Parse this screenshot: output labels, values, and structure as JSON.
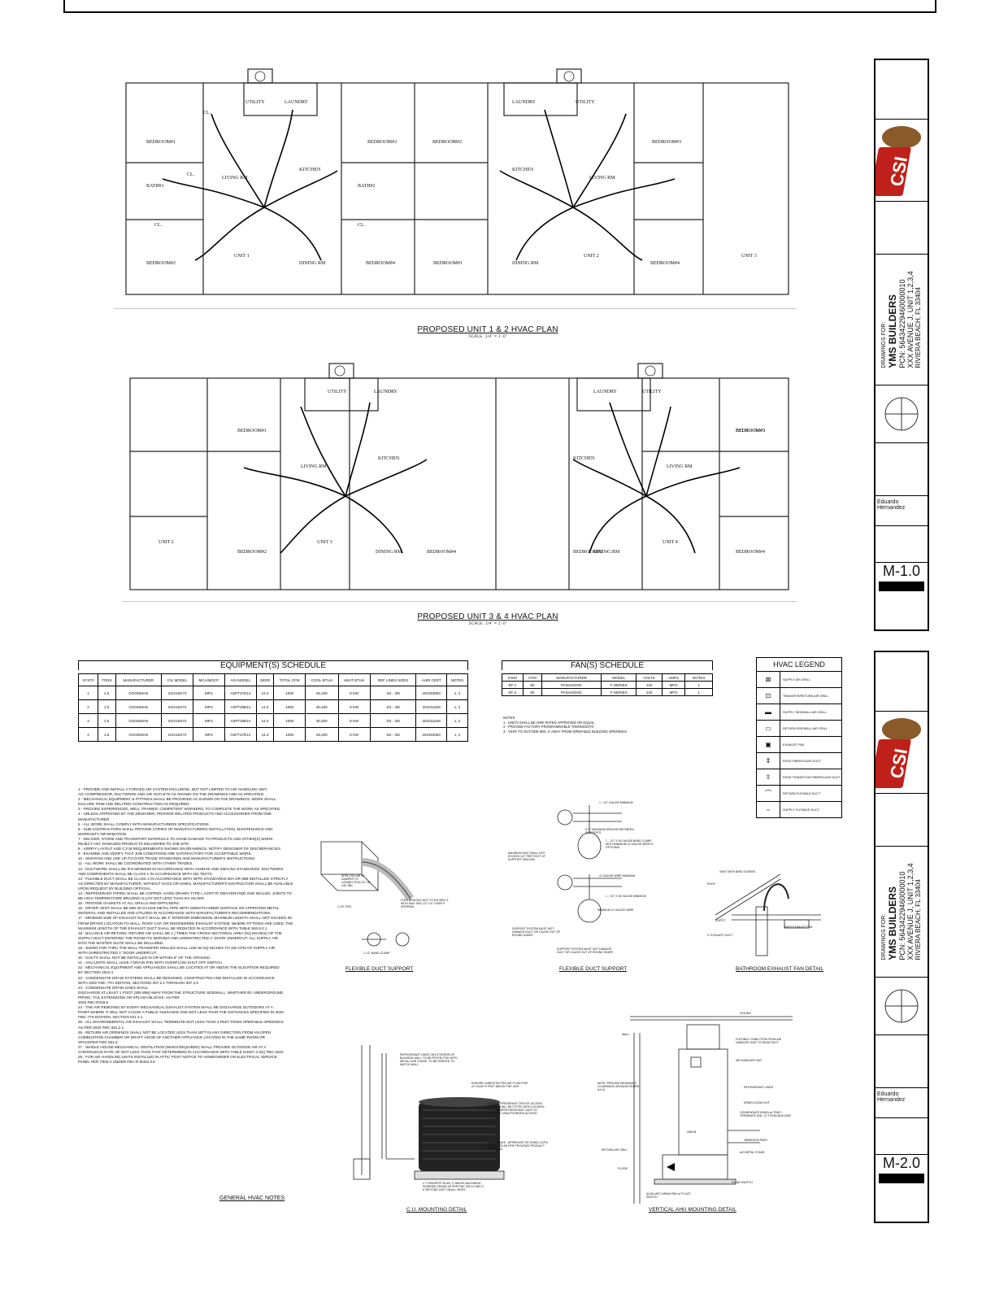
{
  "plans": [
    {
      "title": "PROPOSED UNIT 1 & 2 HVAC PLAN",
      "scale": "SCALE: 1/4\" = 1'-0\"",
      "rooms": [
        "BEDROOM#1",
        "UTILITY",
        "LAUNDRY",
        "BEDROOM#3",
        "CL.",
        "CL.",
        "KITCHEN",
        "LIVING RM",
        "BATH#1",
        "BATH#2",
        "CL.",
        "CL.",
        "BEDROOM#2",
        "UNIT 1",
        "DINING RM",
        "BEDROOM#4",
        "BEDROOM#1",
        "LAUNDRY",
        "UTILITY",
        "BEDROOM#3",
        "KITCHEN",
        "LIVING RM",
        "BEDROOM#2",
        "DINING RM",
        "UNIT 2",
        "BEDROOM#4",
        "UNIT 3"
      ]
    },
    {
      "title": "PROPOSED UNIT 3 & 4 HVAC PLAN",
      "scale": "SCALE: 1/4\" = 1'-0\"",
      "rooms": [
        "BEDROOM#1",
        "UTILITY",
        "LAUNDRY",
        "BEDROOM#3",
        "LIVING RM",
        "KITCHEN",
        "BEDROOM#2",
        "UNIT 3",
        "DINING RM",
        "BEDROOM#4",
        "UNIT 2",
        "LAUNDRY",
        "UTILITY",
        "BEDROOM#3",
        "KITCHEN",
        "LIVING RM",
        "BEDROOM#2",
        "DINING RM",
        "UNIT 4",
        "BEDROOM#4"
      ]
    }
  ],
  "titleblock": {
    "drawings_for": "DRAWINGS FOR:",
    "client": "YMS BUILDERS",
    "pcn": "PCN: 56434229460000010",
    "address": "XXX AVENUE J, UNIT 1,2,3,4",
    "city": "RIVIERA BEACH, FL 33404",
    "logo": "CSI",
    "signer": "Eduardo Hernandez",
    "sheets": [
      "M-1.0",
      "M-2.0"
    ]
  },
  "equipment_schedule": {
    "title": "EQUIPMENT(S) SCHEDULE",
    "headers": [
      "SYST#",
      "TONS",
      "MANUFACTURER",
      "C/U MODEL",
      "MCA/MOCP",
      "A/H MODEL",
      "SEER",
      "TOTAL CFM",
      "COOL BTUH",
      "HEAT BTUH",
      "REF LINES SIZES",
      "AHRI CERT",
      "NOTES"
    ],
    "rows": [
      [
        "1",
        "2.5",
        "GOODMAN",
        "GSX16S7X",
        "MFG",
        "ASPT37D14",
        "14.3",
        "1000",
        "28,200",
        "8 KW",
        "3/4 - 3/8",
        "201053083",
        "1, 2"
      ],
      [
        "2",
        "2.5",
        "GOODMAN",
        "GSX16S7X",
        "MFG",
        "ASPT30B14",
        "14.3",
        "1000",
        "30,400",
        "8 KW",
        "3/4 - 3/8",
        "201011629",
        "1, 2"
      ],
      [
        "3",
        "2.5",
        "GOODMAN",
        "GSX16S7X",
        "MFG",
        "ASPT30B14",
        "14.3",
        "1000",
        "30,400",
        "8 KW",
        "3/4 - 3/8",
        "201011629",
        "1, 2"
      ],
      [
        "4",
        "2.5",
        "GOODMAN",
        "GSX16S7X",
        "MFG",
        "ASPT37D14",
        "14.3",
        "1000",
        "28,200",
        "8 KW",
        "3/4 - 3/8",
        "201053083",
        "1, 2"
      ]
    ]
  },
  "fan_schedule": {
    "title": "FAN(S) SCHEDULE",
    "headers": [
      "FAN#",
      "CFM",
      "MANUFACTURER",
      "MODEL",
      "VOLTS",
      "AMPS",
      "NOTES"
    ],
    "rows": [
      [
        "EF-1",
        "80",
        "PANASONIC",
        "F-SERIES",
        "120",
        "MFG",
        "1"
      ],
      [
        "EF-2",
        "80",
        "PANASONIC",
        "F-SERIES",
        "120",
        "MFG",
        "1"
      ]
    ],
    "notes_title": "NOTES",
    "notes": [
      "1 - UNITS SHALL BE AHRI RATED APPROVED OR EQUAL",
      "2 - PROVIDE FACTORY PROGRAMMABLE THERMOSTAT",
      "3 - VENT TO OUTSIDE MIN. 3' AWAY FROM OPERABLE BUILDING OPENINGS"
    ]
  },
  "hvac_legend": {
    "title": "HVAC LEGEND",
    "items": [
      "SUPPLY AIR GRILL",
      "TRANSFER/RETURN AIR GRILL",
      "SUPPLY SIDEWALL AIR GRILL",
      "RETURN SIDEWALL AIR GRILL",
      "EXHAUST FAN",
      "RIGID FIBERGLASS DUCT",
      "RIGID TRANSITION FIBERGLASS DUCT",
      "RETURN FLEXIBLE DUCT",
      "SUPPLY FLEXIBLE DUCT"
    ]
  },
  "general_notes": {
    "title": "GENERAL HVAC NOTES",
    "lines": [
      "1 - PROVIDE AND INSTALL A FORCED AIR SYSTEM INCLUDING, BUT NOT LIMITED TO AIR HANDLING UNIT,",
      "A/C COMPRESSOR, DUCTWORK AND AIR OUTLETS AS SHOWN ON THE DRAWINGS AND AS SPECIFIED.",
      "2 - MECHANICAL EQUIPMENT & FITTINGS SHALL BE PROVIDED AS SHOWN ON THE DRAWINGS. WORK SHALL",
      "INCLUDE TRIM AND RELATED CONSTRUCTION AS REQUIRED.",
      "3 - PROVIDE EXPERIENCED, WELL TRAINED, COMPETENT WORKERS, TO COMPLETE THE WORK AS SPECIFIED.",
      "4 - UNLESS APPROVED BY THE DESIGNER, PROVIDE RELATED PRODUCTS AND ACCESSORIES FROM ONE",
      "MANUFACTURER.",
      "5 - ALL WORK SHALL COMPLY WITH MANUFACTURERS SPECIFICATIONS.",
      "6 - SUB-CONTRACTORS SHALL PROVIDE COPIES OF MANUFACTURERS INSTALLATION, MAINTENANCE AND",
      "WARRANTY INFORMATION.",
      "7 - DELIVER, STORE AND TRANSPORT MATERIALS TO AVOID DAMAGE TO PRODUCTS AND OTHER(S) WORK.",
      "REJECT ANY DAMAGED PRODUCTS DELIVERED TO JOB SITE.",
      "8 - VERIFY LAYOUT AND C.F.M REQUIREMENTS SHOWN ON DRAWINGS. NOTIFY DESIGNER OF DISCREPANCIES.",
      "9 - EXAMINE AND VERIFY THAT JOB CONDITIONS ARE SATISFACTORY FOR ACCEPTABLE WORK.",
      "10 - MAINTAIN AND USE UP-TO-DATE TRADE STANDARDS AND MANUFACTURER'S INSTRUCTIONS.",
      "11 - ALL WORK SHALL BE COORDINATED WITH OTHER TRADES.",
      "12 - DUCTWORK SHALL BE R-6 MINIMUM IN ACCORDANCE WITH ASHRAE AND SMACNA STANDARDS. DUCTWORK",
      "AND COMPONENTS SHALL BE CLASS 1 IN ACCORDANCE WITH 181 TESTS.",
      "13 - FLEXIBLE DUCT SHALL BE CLASS 1 IN ACCORDANCE WITH NFPA STANDARDS 90A OR 90B INSTALLED STRICTLY",
      "AS DIRECTED BY MANUFACTURER, WITHOUT SAGS OR KINKS. MANUFACTURER'S INSTRUCTION SHALL BE AVAILABLE",
      "UPON REQUEST BY BUILDING OFFICIAL.",
      "14 - REFRIGERANT PIPING SHALL BE COPPER, HARD DRAWN TYPE L ACRTYP, DEHYDRATED AND SEALED. JOINTS TO",
      "BE HIGH TEMPERATURE BRAZING ALLOY NOT LESS THAN 5% SILVER.",
      "15 - PROVIDE GASKETS AT ALL GRILLS AND DIFFUSERS.",
      "16 - DRYER VENT SHALL BE MIN 26 GAUGE METAL PIPE WITH SMOOTH INNER SURFACE OR APPROVED METAL",
      "MATERIAL AND INSTALLED AND UTILIZED IN ACCORDANCE WITH MANUFACTURER'S RECOMMENDATIONS.",
      "17 - MINIMUM SIZE OF EXHAUST DUCT SHALL BE 4\" INTERIOR DIMENSION. MAXIMUM LENGTH SHALL NOT EXCEED 35'",
      "FROM DRYER LOCATION TO WALL, ROOF CAP, OR ENGINEERED EXHAUST SYSTEM. WHERE FITTINGS ARE USED, THE",
      "MAXIMUM LENGTH OF THE EXHAUST DUCT SHALL BE REDUCED IN ACCORDANCE WITH TABLE 504.8.4.1",
      "18 - BALANCE AIR RETURN. RETURN AIR SHALL BE 1 ] TIMES THE CROSS SECTIONAL AREA (SQ INCHES) OF THE",
      "SUPPLY DUCT ENTERING THE ROOM ITS SERVING AND UNRESTRICTED 1\" DOOR UNDERCUT. ALL SUPPLY AIR",
      "INTO THE MASTER SUITE SHALL BE INCLUDED.",
      "19 - SIZING FOR THRU THE WALL TRANSFER GRILLES SHALL USE 50 SQ INCHES TO 100 CFM OF SUPPLY AIR",
      "WITH UNRESTRICTED 1\" DOOR UNDERCUT.",
      "20 - DUCTS SHALL NOT BE INSTALLED IN OR WITHIN 6\" OF THE GROUND.",
      "21 - AHU UNITS SHALL HAVE A DRAIN PAN WITH OVERFLOW SHUT OFF SWITCH.",
      "22 - MECHANICAL EQUIPMENT AND APPLIANCES SHALL BE LOCATED AT OR ABOVE THE ELEVATION REQUIRED",
      "BY SECTION 1612.4",
      "23 - CONDENSATE DRAIN SYSTEMS SHALL BE DESIGNED, CONSTRUCTED AND INSTALLED IN ACCORDANCE",
      "WITH 2020 FMC 7TH EDITION, SECTIONS 307.2.1 THROUGH 307.2.5",
      "24 - CONDENSATE DRAIN LINES SHALL",
      "DISCHARGE AT LEAST 1 FOOT (305 MM) AWAY FROM THE STRUCTURE SIDEWALL, WHETHER BY UNDERGROUND",
      "PIPING, TAIL EXTENSIONS OR SPLASH BLOCKS. AS PER",
      "2020 FBC-R318.5",
      "24 - THE AIR REMOVED BY EVERY MECHANICAL EXHAUST SYSTEM SHALL BE DISCHARGE OUTDOORS AT A",
      "POINT WHERE IT WILL NOT CAUSE A PUBLIC NUISANCE AND NOT LESS THAN THE DISTANCES SPECIFIED IN 2020",
      "FMC 7TH EDITION, SECTION 501.3.1",
      "25 - ALL ENVIRONMENTAL AIR EXHAUST SHALL TERMINATE NOT LESS THAN 3 FEET FROM OPERABLE OPENINGS",
      "AS PER 2020 FMC 501.2.1",
      "26 - RETURN AIR OPENINGS SHALL NOT BE LOCATED LESS THAN 10FT IN ANY DIRECTION FROM AN OPEN",
      "COMBUSTION CHAMBER OR DRAFT HOOD OF ANOTHER APPLIANCE LOCATED IN THE SAME ROOM OR",
      "SPACEPER FMC 601.5",
      "27 - WHOLE HOUSE MECHANICAL VENTILATION (WHEN REQUIRED) SHALL PROVIDE OUTDOOR AIR AT A",
      "CONTINUOUS RATE OF NOT LESS THAN THAT DETERMINED IN ACCORDANCE WITH TABLE M1507.3.3(1) FBC-2020",
      "28 - FOR AIR HANDLING UNITS INSTALLED IN ATTIC POST NOTICE TO HOMEOWNER ON ELECTRICAL SERVICE",
      "PANEL PER ITEM 4 UNDER FBC-R M403.3.8"
    ]
  },
  "details": {
    "flex1": "FLEXIBLE DUCT SUPPORT",
    "flex2": "FLEXIBLE DUCT SUPPORT",
    "bath": "BATHROOM EXHAUST FAN DETAIL",
    "cu": "C.U. MOUNTING DETAIL",
    "ahu": "VERTICAL  AHU MOUNTING DETAIL",
    "flex1_notes": [
      "SPIN COLLAR W/ DAMPER TO CONNECTION TO CB OR CBD",
      "1 1/2\" FEN",
      "FLEX BRACING NOT TO EXCEED 4' WITH MAX SAG 1/2\" 1/2\" OVER 5' INTERVAL",
      "1 1/2\" BAND CLAMP"
    ],
    "flex2_notes": [
      "1 - 1/2\" GAUGE MINIMUM",
      "5'-0\" MAXIMUM SPACING BETWEEN SUPPORTS",
      "1 - 1/2\" X 26 GAUGE BAND CLAMP WITH MINIMUM 12 GAUGE WIRE IS OPTIONAL",
      "MAXIMUM SAG SHALL NOT EXCEED 1/2\" PER FOOT OF SUPPORT SPACING",
      "12 GAUGE WIRE MINIMUM",
      "1 - 1/2\" X 26 GAUGE MINIMUM",
      "MINIMUM 12 GAUGE WIRE",
      "SUPPORT SYSTEM MUST NOT DAMAGE DUCT OR CAUSE OUT OF ROUND SHAPE",
      "SUPPORT SYSTEM MUST NOT DAMAGE DUCT OR CAUSE OUT OF ROUND SHAPE"
    ],
    "bath_notes": [
      "VENT WITH BIRD SCREEN",
      "ROOF",
      "SOFFIT",
      "4\" EXHAUST DUCT",
      "BATH EXHAUST FAN"
    ],
    "cu_notes": [
      "REFRIGERANT LINES ON EXTERIOR OF BUILDING WALL TO BE PROTECTED WITH METAL LINE CHASE. TO BE PAINTED TO MATCH WALL",
      "ENSURE UNRESTRICTED AIR FLOW FOR AT LEAST 5 FEET ABOVE THE UNIT",
      "NOTE: REFRIGERANT CIRCUIT ACCESS PORTS SHALL BE FITTED WITH LOCKING - TYPE TAMPER RESISTANT CAPS TO PREVENT UNAUTHORIZED ACCESS",
      "MIN 4 PEAKE - APPROVED TIE DOWN CLIPS INSTALLED AS PER PROVIDED PRODUCT APPROVAL",
      "4\" CONCRETE SLAB, 3\" ABOVE ADJOINING FINISHED GRADE AS PER FMC 304.10 AND 3 - 6\" BEYOND UNIT ON ALL SIDES"
    ],
    "ahu_notes": [
      "CEILING",
      "WALL",
      "FLEXIBLE CONECTION FROM AIR HANDLER UNIT TO RIGID DUCT",
      "AIR HANDLER UNIT",
      "NOTE: PROVIDE MINIMUM 4\" CLEARANCE AROUND ENTIRE A.H.U.",
      "REFRIGERANT LINES",
      "DRAIN CLEAN OUT",
      "CONDENSATE DRAIN w/ TRAP; TERMINATE MIN. 12\" FROM BUILDING",
      "UNION",
      "VIBRATION PADS",
      "RETURN AIR GRILL",
      "A/H METAL STAND",
      "FLOOR",
      "FLOAT SWITCH",
      "AUXILIARY DRAIN PAN w/ FLOAT SWITCH"
    ]
  },
  "colors": {
    "ink": "#111111",
    "paper": "#ffffff",
    "logo_red": "#c0201a",
    "logo_brown": "#8a5a2b"
  }
}
